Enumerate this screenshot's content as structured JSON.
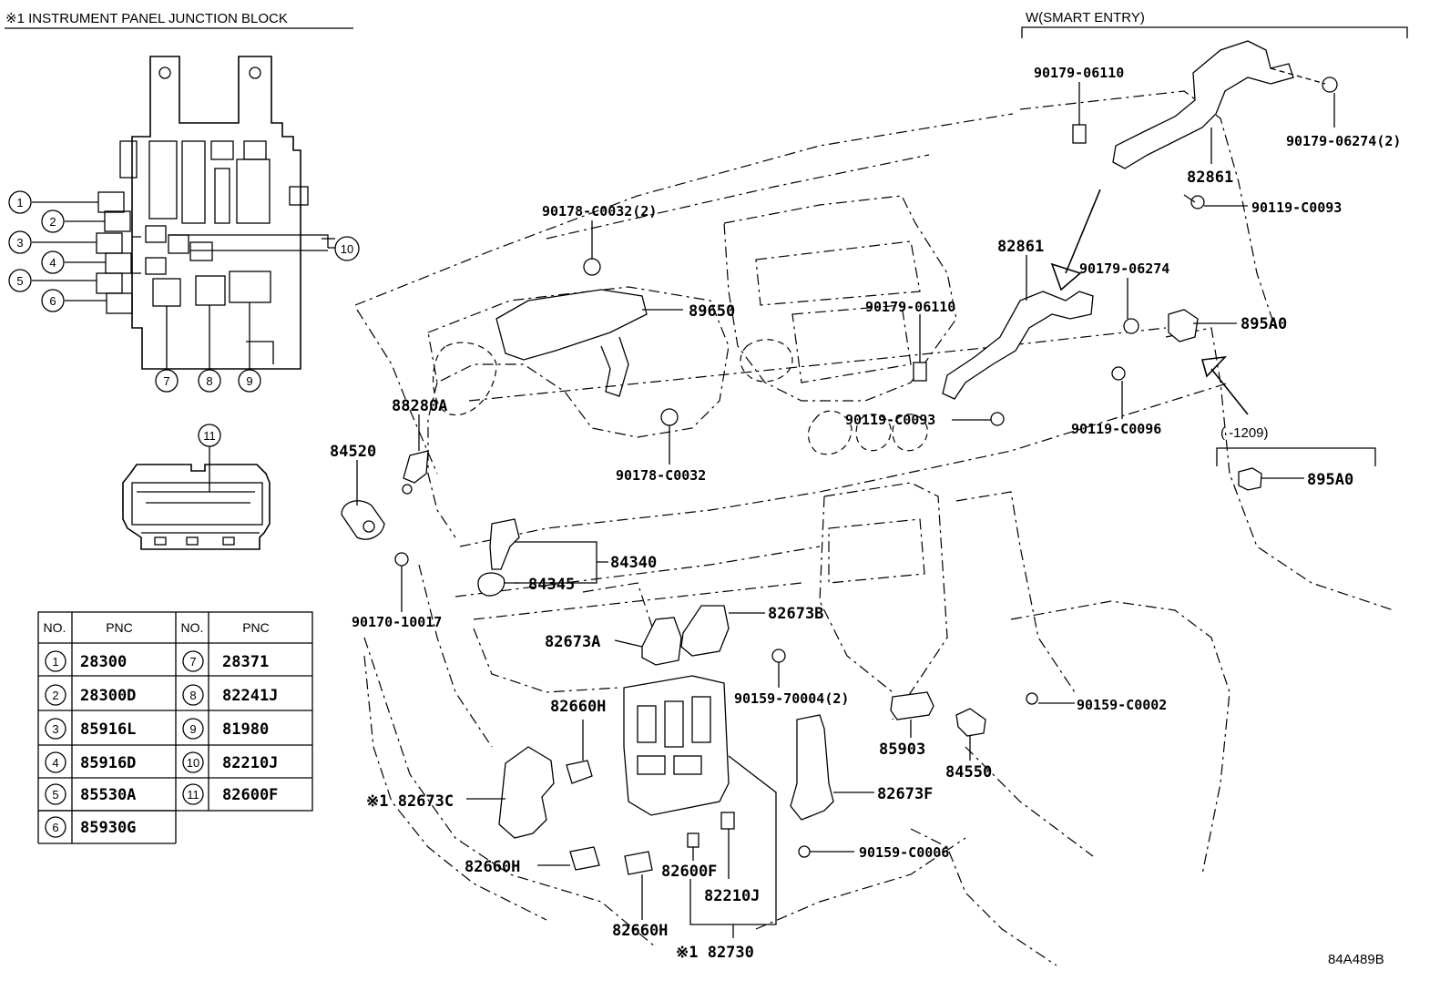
{
  "diagram_title": "※1 INSTRUMENT PANEL JUNCTION BLOCK",
  "smart_entry_label": "W(SMART ENTRY)",
  "date_range_label": "(      -1209)",
  "figure_code": "84A489B",
  "junction_callouts": [
    "1",
    "2",
    "3",
    "4",
    "5",
    "6",
    "7",
    "8",
    "9",
    "10",
    "11"
  ],
  "table": {
    "headers": [
      "NO.",
      "PNC",
      "NO.",
      "PNC"
    ],
    "rows": [
      {
        "no1": "1",
        "pnc1": "28300",
        "no2": "7",
        "pnc2": "28371"
      },
      {
        "no1": "2",
        "pnc1": "28300D",
        "no2": "8",
        "pnc2": "82241J"
      },
      {
        "no1": "3",
        "pnc1": "85916L",
        "no2": "9",
        "pnc2": "81980"
      },
      {
        "no1": "4",
        "pnc1": "85916D",
        "no2": "10",
        "pnc2": "82210J"
      },
      {
        "no1": "5",
        "pnc1": "85530A",
        "no2": "11",
        "pnc2": "82600F"
      },
      {
        "no1": "6",
        "pnc1": "85930G",
        "no2": "",
        "pnc2": ""
      }
    ]
  },
  "part_labels": {
    "p90179_06110_top": "90179-06110",
    "p90179_06274_2": "90179-06274(2)",
    "p82861_top": "82861",
    "p90119_C0093_top": "90119-C0093",
    "p90178_C0032_2": "90178-C0032(2)",
    "p89650": "89650",
    "p82861_mid": "82861",
    "p90179_06274": "90179-06274",
    "p895A0_mid": "895A0",
    "p90179_06110_mid": "90179-06110",
    "p90119_C0093_mid": "90119-C0093",
    "p90119_C0096": "90119-C0096",
    "p895A0_low": "895A0",
    "p88280A": "88280A",
    "p84520": "84520",
    "p90178_C0032": "90178-C0032",
    "p84340": "84340",
    "p84345": "84345",
    "p82673B": "82673B",
    "p90170_10017": "90170-10017",
    "p82673A": "82673A",
    "p90159_70004_2": "90159-70004(2)",
    "p90159_C0002": "90159-C0002",
    "p82660H_a": "82660H",
    "p85903": "85903",
    "p84550": "84550",
    "p82673C": "※1 82673C",
    "p82673F": "82673F",
    "p90159_C0006": "90159-C0006",
    "p82660H_b": "82660H",
    "p82600F": "82600F",
    "p82210J": "82210J",
    "p82660H_c": "82660H",
    "p82730": "※1 82730"
  }
}
